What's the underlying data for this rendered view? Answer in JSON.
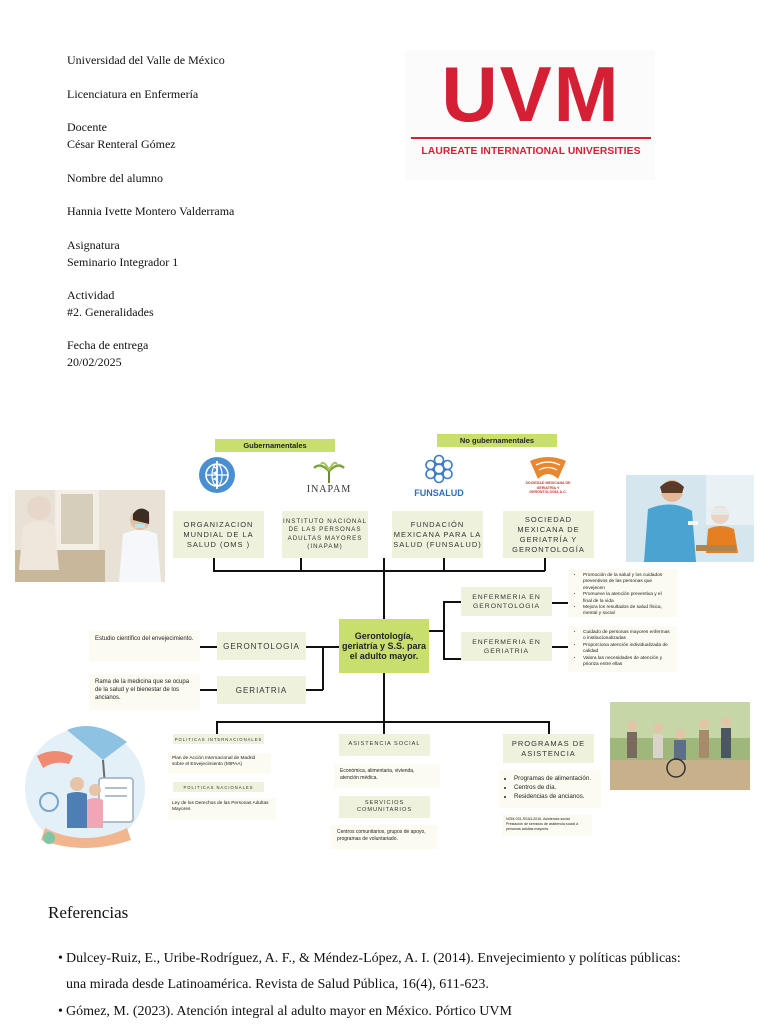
{
  "cover": {
    "university": "Universidad del Valle de México",
    "program": "Licenciatura en Enfermería",
    "docente_label": "Docente",
    "docente_name": "César Renteral Gómez",
    "student_label": "Nombre del alumno",
    "student_name": "Hannia Ivette Montero Valderrama",
    "subject_label": "Asignatura",
    "subject_name": "Seminario Integrador 1",
    "activity_label": "Actividad",
    "activity_name": "#2. Generalidades",
    "date_label": "Fecha de entrega",
    "date_value": "20/02/2025"
  },
  "logo": {
    "letters": "UVM",
    "subtitle": "LAUREATE INTERNATIONAL UNIVERSITIES",
    "brand_color": "#d41f34"
  },
  "map": {
    "tag_gov": "Gubernamentales",
    "tag_nongov": "No gubernamentales",
    "accent_color": "#c8df6d",
    "box_color": "#eef2dc",
    "oms": "ORGANIZACION MUNDIAL DE LA SALUD (OMS )",
    "inapam_logo_text": "INAPAM",
    "inapam": "INSTITUTO NACIONAL DE LAS PERSONAS ADULTAS MAYORES (INAPAM)",
    "funsalud_logo_text": "FUNSALUD",
    "funsalud": "FUNDACIÓN MEXICANA PARA LA SALUD (FUNSALUD)",
    "smgg_logo_text": "SOCIEDAD MEXICANA DE GERIATRÍA Y GERONTOLOGÍA A.C.",
    "smgg": "SOCIEDAD MEXICANA DE GERIATRÍA Y GERONTOLOGÍA",
    "center": "Gerontología, geriatría y S.S. para el adulto mayor.",
    "gerontologia": "GERONTOLOGIA",
    "gerontologia_def": "Estudio científico del envejecimiento.",
    "geriatria": "GERIATRIA",
    "geriatria_def": "Rama de la medicina que se ocupa de la salud y el bienestar de los ancianos.",
    "enf_geronto": "ENFERMERIA EN GERONTOLOGIA",
    "enf_geronto_items": [
      "Promoción de la salud y los cuidados preventivos de las personas que envejecen",
      "Promueve la atención preventiva y el final de la vida",
      "Mejora los resultados de salud física, mental y social"
    ],
    "enf_geria": "ENFERMERIA EN GERIATRIA",
    "enf_geria_items": [
      "Cuidado de personas mayores enfermas o institucionalizadas",
      "Proporciona atención individualizada de calidad",
      "Valora las necesidades de atención y prioriza entre ellas"
    ],
    "politicas_int": "POLITICAS INTERNACIONALES",
    "politicas_int_text": "Plan de Acción Internacional de Madrid sobre el Envejecimiento (MIPAA)",
    "politicas_nac": "POLITICAS NACIONALES",
    "politicas_nac_text": "Ley de los Derechos de las Personas Adultas Mayores",
    "asistencia": "ASISTENCIA SOCIAL",
    "asistencia_text": "Económica, alimentaria, vivienda, atención médica.",
    "servicios": "SERVICIOS COMUNITARIOS",
    "servicios_text": "Centros comunitarios, grupos de apoyo, programas de voluntariado.",
    "programas": "PROGRAMAS DE ASISTENCIA",
    "programas_items": [
      "Programas de alimentación.",
      "Centros de día.",
      "Residencias de ancianos."
    ],
    "norma": "NOM-031-SSA3-2016, Asistencia social. Prestación de servicios de asistencia social a personas adultas mayores."
  },
  "references": {
    "title": "Referencias",
    "items": [
      {
        "line1": "Dulcey-Ruiz, E., Uribe-Rodríguez, A. F., & Méndez-López, A. I. (2014). Envejecimiento y políticas públicas:",
        "line2": "una mirada desde Latinoamérica. Revista de Salud Pública, 16(4), 611-623."
      },
      {
        "line1": "Gómez, M. (2023). Atención integral al adulto mayor en México. Pórtico UVM",
        "line2": ""
      }
    ]
  }
}
